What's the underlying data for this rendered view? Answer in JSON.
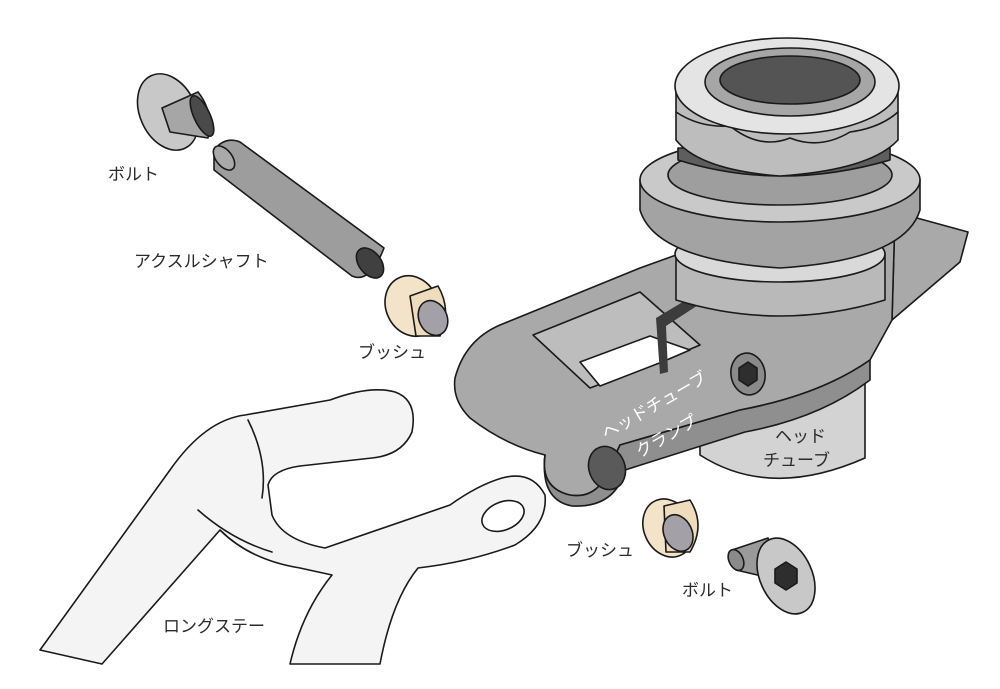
{
  "labels": {
    "bolt_top": "ボルト",
    "axle_shaft": "アクスルシャフト",
    "bush_top": "ブッシュ",
    "head_tube_clamp_line1": "ヘッドチューブ",
    "head_tube_clamp_line2": "クランプ",
    "head_tube_line1": "ヘッド",
    "head_tube_line2": "チューブ",
    "bush_bottom": "ブッシュ",
    "bolt_bottom": "ボルト",
    "long_stay": "ロングステー"
  },
  "colors": {
    "line": "#1a1a1a",
    "metal_dark": "#8f8f8f",
    "metal_mid": "#a9a9a9",
    "metal_light": "#c8c8c8",
    "metal_pale": "#dcdcdc",
    "hole_dark": "#4a4a4a",
    "bush": "#f3e3c9",
    "bush_inner": "#a4a0a8",
    "stay": "#f4f4f4"
  }
}
